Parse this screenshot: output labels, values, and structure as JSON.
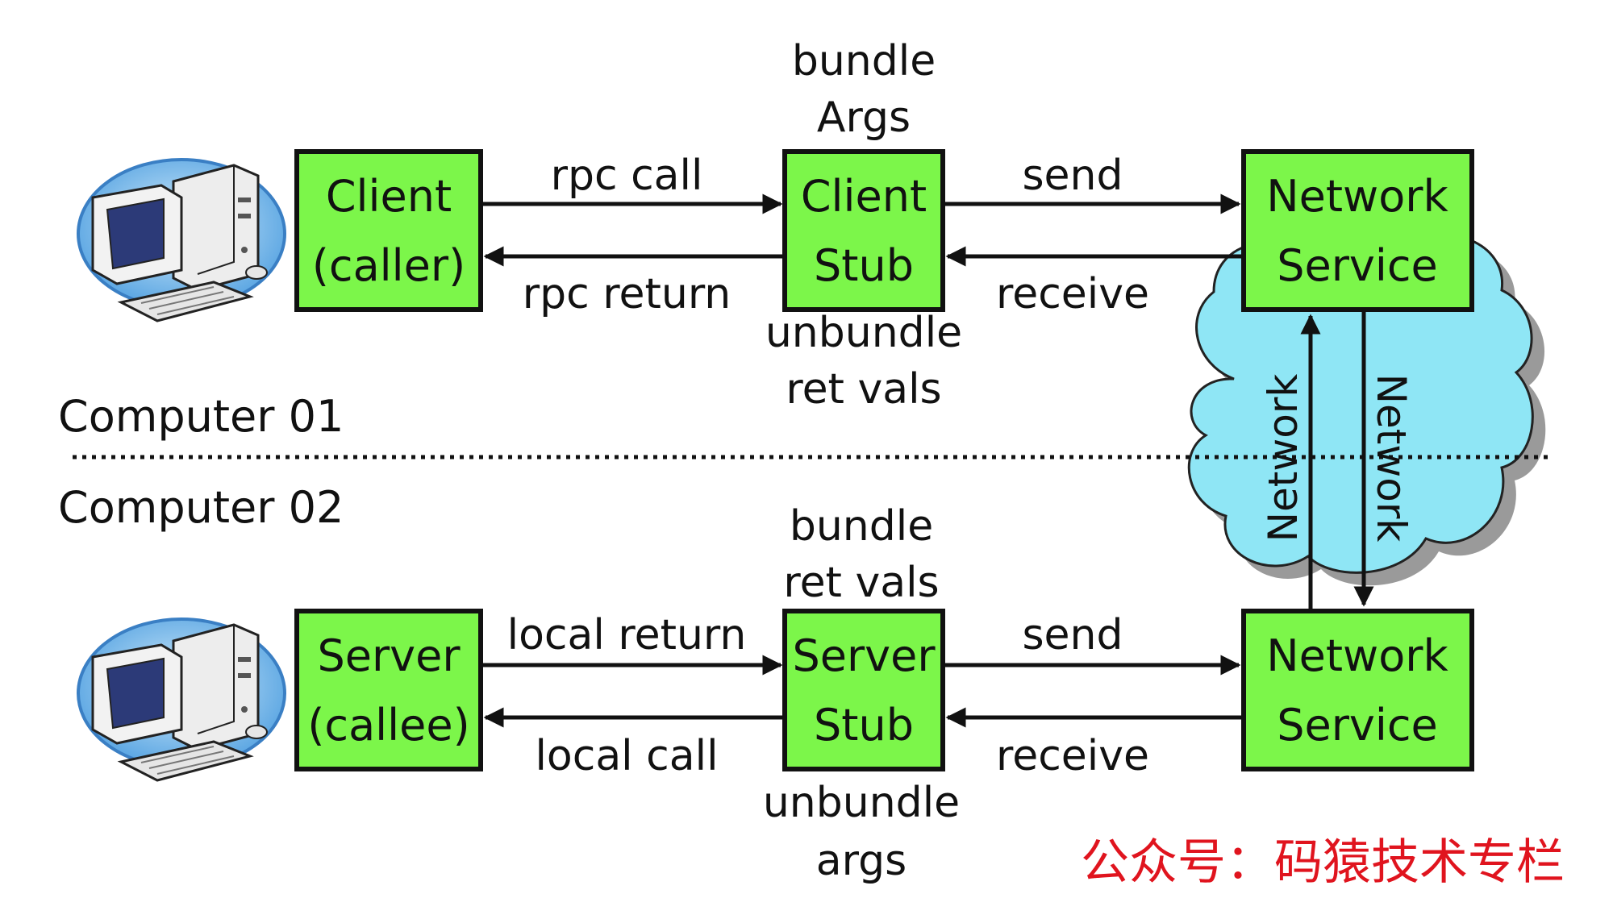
{
  "top": {
    "section_label": "Computer 01",
    "client": {
      "line1": "Client",
      "line2": "(caller)"
    },
    "stub": {
      "line1": "Client",
      "line2": "Stub"
    },
    "network_service": {
      "line1": "Network",
      "line2": "Service"
    },
    "call_label": "rpc call",
    "return_label": "rpc return",
    "send_label": "send",
    "receive_label": "receive",
    "bundle_label": {
      "line1": "bundle",
      "line2": "Args"
    },
    "unbundle_label": {
      "line1": "unbundle",
      "line2": "ret vals"
    }
  },
  "bottom": {
    "section_label": "Computer 02",
    "server": {
      "line1": "Server",
      "line2": "(callee)"
    },
    "stub": {
      "line1": "Server",
      "line2": "Stub"
    },
    "network_service": {
      "line1": "Network",
      "line2": "Service"
    },
    "return_label": "local return",
    "call_label": "local call",
    "send_label": "send",
    "receive_label": "receive",
    "bundle_label": {
      "line1": "bundle",
      "line2": "ret vals"
    },
    "unbundle_label": {
      "line1": "unbundle",
      "line2": "args"
    }
  },
  "network": {
    "up_label": "Network",
    "down_label": "Network"
  },
  "watermark": "公众号：码猿技术专栏",
  "colors": {
    "box_fill": "#7cf64a",
    "box_stroke": "#111111",
    "cloud_fill": "#8fe6f5",
    "cloud_shadow": "#9a9a9a",
    "watermark": "#e0141e"
  },
  "icons": {
    "client_computer": "desktop-computer-icon",
    "server_computer": "desktop-computer-icon"
  }
}
